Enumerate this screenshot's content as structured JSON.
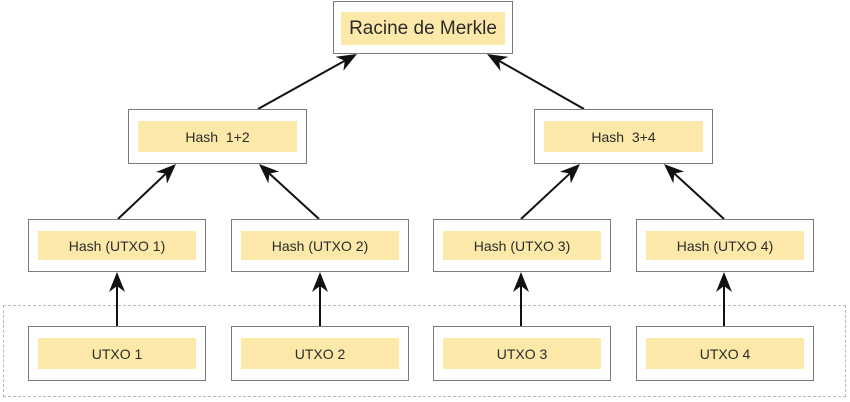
{
  "diagram": {
    "title": "Merkle tree of UTXOs",
    "colors": {
      "node_fill": "#fce9a9",
      "node_border": "#7a7a7a",
      "arrow": "#111111",
      "group_border": "#b8b8b8"
    },
    "root": {
      "id": "root",
      "label": "Racine de Merkle"
    },
    "level1": [
      {
        "id": "h12",
        "label": "Hash  1+2"
      },
      {
        "id": "h34",
        "label": "Hash  3+4"
      }
    ],
    "level2": [
      {
        "id": "hu1",
        "label": "Hash (UTXO 1)"
      },
      {
        "id": "hu2",
        "label": "Hash (UTXO 2)"
      },
      {
        "id": "hu3",
        "label": "Hash (UTXO 3)"
      },
      {
        "id": "hu4",
        "label": "Hash (UTXO 4)"
      }
    ],
    "leaves": [
      {
        "id": "u1",
        "label": "UTXO 1"
      },
      {
        "id": "u2",
        "label": "UTXO 2"
      },
      {
        "id": "u3",
        "label": "UTXO 3"
      },
      {
        "id": "u4",
        "label": "UTXO 4"
      }
    ],
    "edges": [
      {
        "from": "h12",
        "to": "root"
      },
      {
        "from": "h34",
        "to": "root"
      },
      {
        "from": "hu1",
        "to": "h12"
      },
      {
        "from": "hu2",
        "to": "h12"
      },
      {
        "from": "hu3",
        "to": "h34"
      },
      {
        "from": "hu4",
        "to": "h34"
      },
      {
        "from": "u1",
        "to": "hu1"
      },
      {
        "from": "u2",
        "to": "hu2"
      },
      {
        "from": "u3",
        "to": "hu3"
      },
      {
        "from": "u4",
        "to": "hu4"
      }
    ]
  }
}
